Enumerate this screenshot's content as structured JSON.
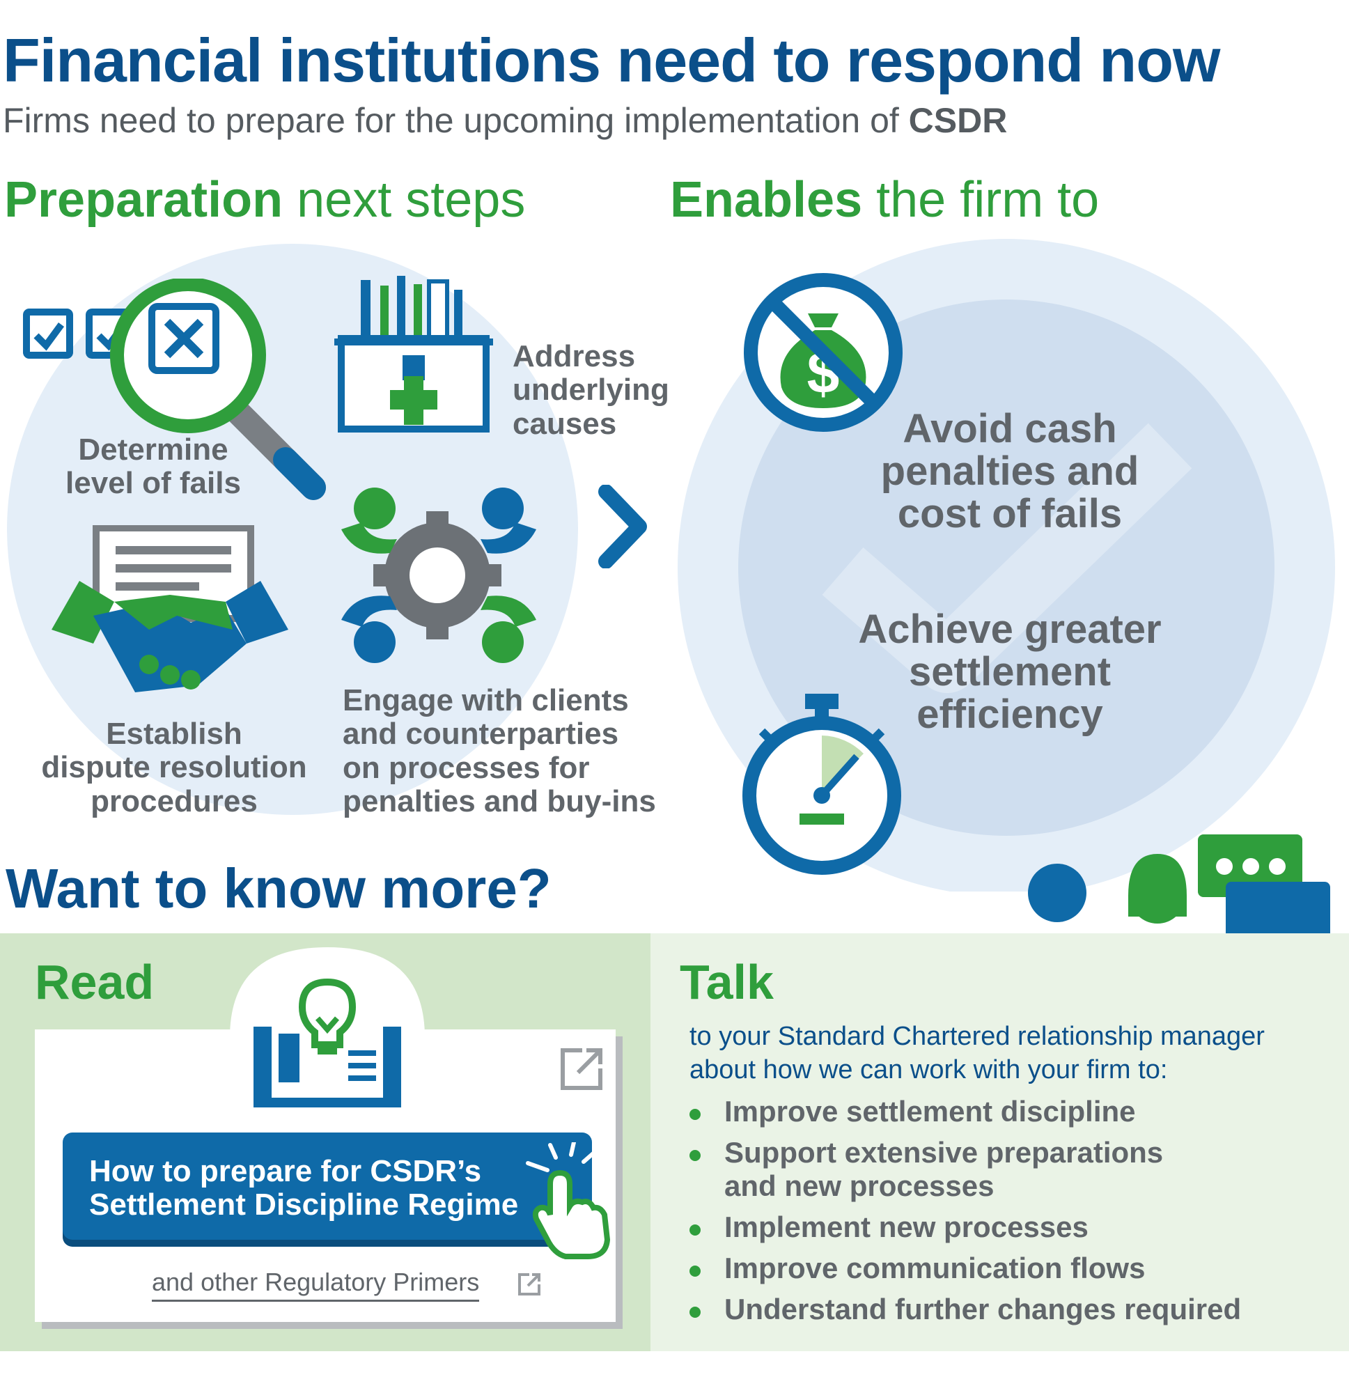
{
  "header": {
    "title": "Financial institutions need to respond now",
    "subtitle_prefix": "Firms need to prepare for the upcoming implementation of ",
    "subtitle_bold": "CSDR"
  },
  "preparation": {
    "heading_bold": "Preparation",
    "heading_rest": " next steps",
    "steps": {
      "determine": [
        "Determine",
        "level of fails"
      ],
      "address": [
        "Address",
        "underlying",
        "causes"
      ],
      "establish": [
        "Establish",
        "dispute resolution",
        "procedures"
      ],
      "engage": [
        "Engage with clients",
        "and counterparties",
        "on processes for",
        "penalties and buy-ins"
      ]
    }
  },
  "enables": {
    "heading_bold": "Enables",
    "heading_rest": " the firm to",
    "items": {
      "avoid": [
        "Avoid cash",
        "penalties and",
        "cost of fails"
      ],
      "achieve": [
        "Achieve greater",
        "settlement",
        "efficiency"
      ]
    }
  },
  "more": {
    "heading": "Want to know more?",
    "read": {
      "heading": "Read",
      "cta": [
        "How to prepare for CSDR’s",
        "Settlement Discipline Regime"
      ],
      "link": "and other Regulatory Primers"
    },
    "talk": {
      "heading": "Talk",
      "intro": [
        "to your Standard Chartered relationship manager",
        "about how we can work with your firm to:"
      ],
      "bullets": [
        "Improve settlement discipline",
        "Support extensive preparations",
        "and new processes",
        "Implement new processes",
        "Improve communication flows",
        "Understand further changes required"
      ]
    }
  },
  "colors": {
    "navy": "#0b4f8a",
    "blue": "#0f6aa8",
    "green": "#2f9e3c",
    "gray_text": "#60656a",
    "light_blue": "#e4eef8",
    "mid_blue": "#cfdeef",
    "read_bg": "#d2e6c9",
    "talk_bg": "#eaf3e6"
  },
  "icons": {
    "checklist": "checklist-magnifier-icon",
    "toolkit": "toolkit-icon",
    "handshake": "handshake-icon",
    "team": "team-gear-icon",
    "arrow": "chevron-right-icon",
    "no_money": "no-money-bag-icon",
    "stopwatch": "stopwatch-icon",
    "book": "book-lightbulb-icon",
    "external": "external-link-icon",
    "pointer": "hand-pointer-icon",
    "people": "people-chat-icon"
  }
}
